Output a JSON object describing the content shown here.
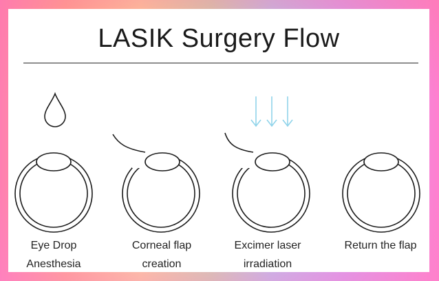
{
  "title": "LASIK Surgery Flow",
  "colors": {
    "line": "#1a1a1a",
    "laser": "#8fd3ea",
    "background": "#ffffff"
  },
  "steps": [
    {
      "line1": "Eye Drop",
      "line2": "Anesthesia",
      "icon": "eye-drop-icon"
    },
    {
      "line1": "Corneal flap",
      "line2": "creation",
      "icon": "flap-cut-icon"
    },
    {
      "line1": "Excimer laser",
      "line2": "irradiation",
      "icon": "laser-arrows-icon"
    },
    {
      "line1": "Return the flap",
      "line2": "",
      "icon": "eye-icon"
    }
  ]
}
